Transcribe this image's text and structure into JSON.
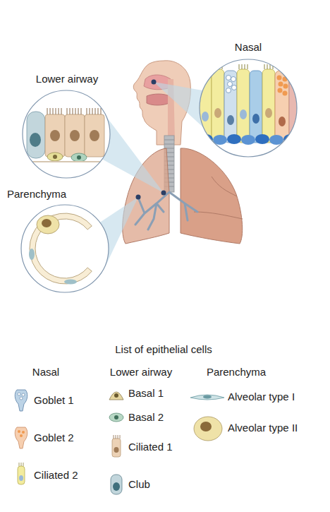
{
  "diagram": {
    "nodes": [
      {
        "text": [
          "Nasal"
        ]
      },
      {
        "text": [
          "Lower airway"
        ]
      },
      {
        "text": [
          "Parenchyma"
        ]
      }
    ],
    "labels": [
      "List of epithelial cells",
      "Nasal",
      "Lower airway",
      "Parenchyma"
    ],
    "legend": [
      {
        "text": "Goblet 1"
      },
      {
        "text": "Goblet 2"
      },
      {
        "text": "Ciliated 2"
      },
      {
        "text": "Basal 1"
      },
      {
        "text": "Basal 2"
      },
      {
        "text": "Ciliated 1"
      },
      {
        "text": "Club"
      },
      {
        "text": "Alveolar type I"
      },
      {
        "text": "Alveolar type II"
      }
    ]
  }
}
